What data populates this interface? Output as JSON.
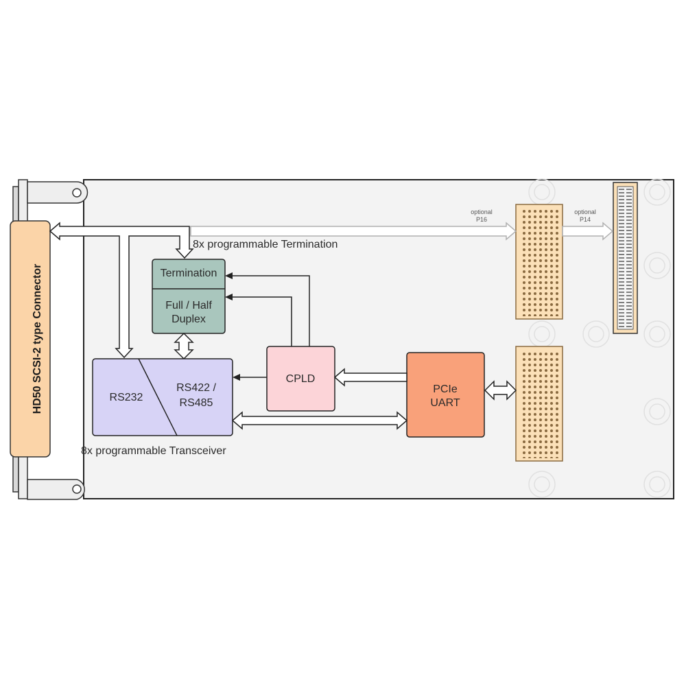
{
  "connector": {
    "label": "HD50 SCSI-2 type Connector"
  },
  "annotations": {
    "termination_note": "8x programmable Termination",
    "transceiver_note": "8x programmable Transceiver"
  },
  "blocks": {
    "termination": {
      "top_label": "Termination",
      "bottom_line1": "Full / Half",
      "bottom_line2": "Duplex"
    },
    "transceiver": {
      "left_label": "RS232",
      "right_line1": "RS422 /",
      "right_line2": "RS485"
    },
    "cpld": {
      "label": "CPLD"
    },
    "pcie_uart": {
      "line1": "PCIe",
      "line2": "UART"
    }
  },
  "optional_connectors": {
    "p16": {
      "line1": "optional",
      "line2": "P16"
    },
    "p14": {
      "line1": "optional",
      "line2": "P14"
    }
  },
  "colors": {
    "board": "#f3f3f3",
    "connector": "#fbd4a8",
    "termination_block": "#a9c6bd",
    "transceiver_block": "#d7d3f6",
    "cpld_block": "#fcd4d8",
    "pcie_block": "#f9a17a",
    "header_block": "#fbe0b8",
    "optional_arrow": "#b5b5b5"
  }
}
